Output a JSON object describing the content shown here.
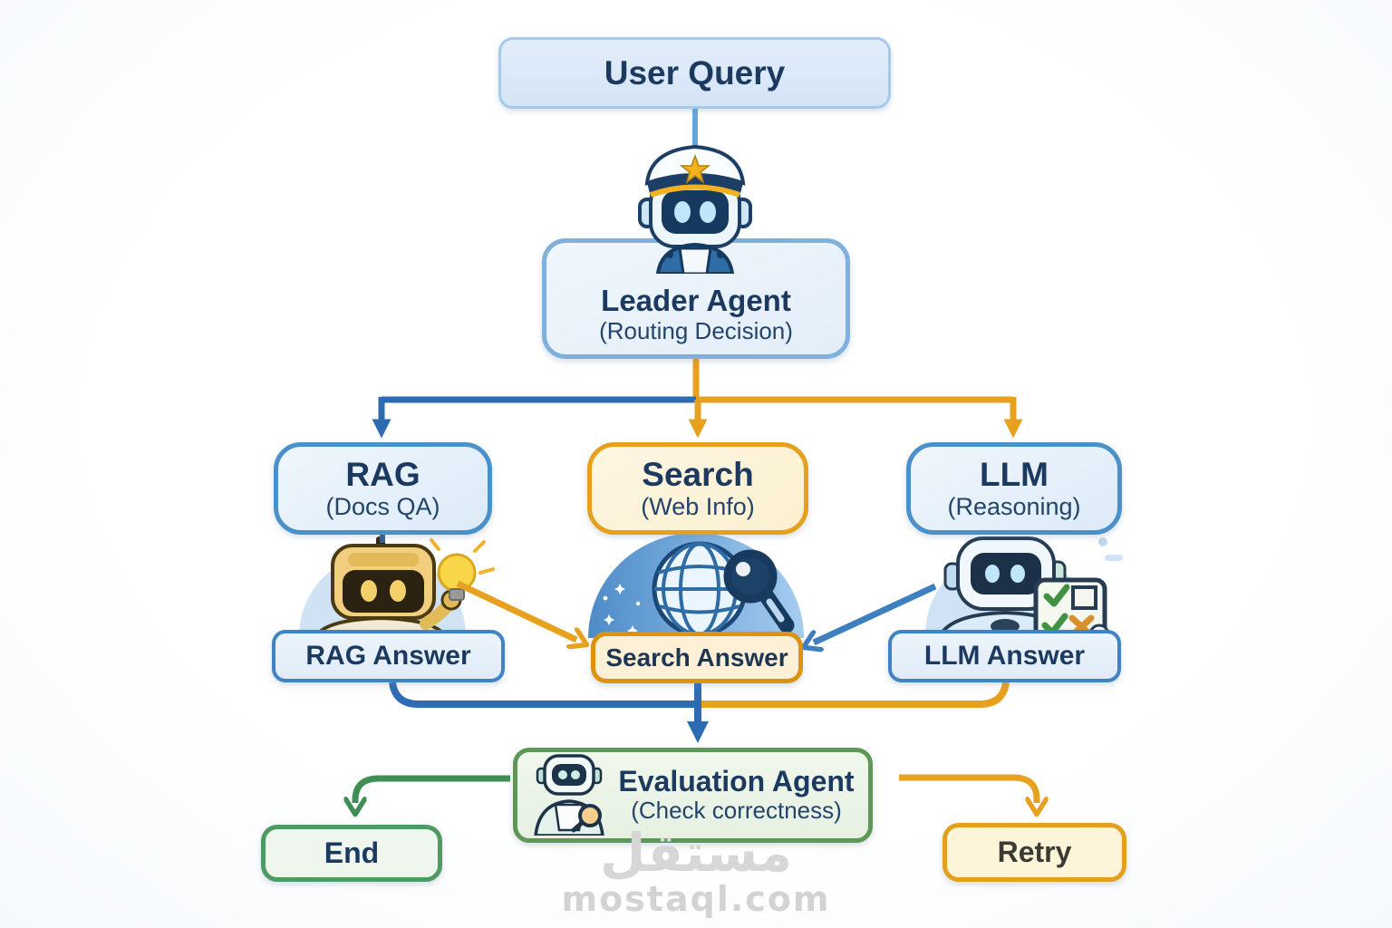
{
  "nodes": {
    "user_query": {
      "label": "User Query"
    },
    "leader_agent": {
      "label": "Leader Agent",
      "sublabel": "(Routing Decision)"
    },
    "rag": {
      "label": "RAG",
      "sublabel": "(Docs QA)"
    },
    "search": {
      "label": "Search",
      "sublabel": "(Web Info)"
    },
    "llm": {
      "label": "LLM",
      "sublabel": "(Reasoning)"
    },
    "rag_answer": {
      "label": "RAG Answer"
    },
    "search_answer": {
      "label": "Search Answer"
    },
    "llm_answer": {
      "label": "LLM Answer"
    },
    "evaluation_agent": {
      "label": "Evaluation Agent",
      "sublabel": "(Check correctness)"
    },
    "end": {
      "label": "End"
    },
    "retry": {
      "label": "Retry"
    }
  },
  "icons": [
    {
      "name": "captain-robot-icon",
      "meaning": "leader agent robot wearing captain hat with gold star"
    },
    {
      "name": "idea-robot-icon",
      "meaning": "golden RAG robot holding glowing lightbulb"
    },
    {
      "name": "globe-search-icon",
      "meaning": "globe with magnifying glass on blue dome with stars"
    },
    {
      "name": "checklist-robot-icon",
      "meaning": "white LLM robot holding checklist with checks and X"
    },
    {
      "name": "evaluator-robot-icon",
      "meaning": "small mint robot holding magnifying glass"
    }
  ],
  "edges": [
    {
      "from": "user_query",
      "to": "leader_agent",
      "color": "#66a5dc",
      "style": "line"
    },
    {
      "from": "leader_agent",
      "to": "rag",
      "color": "#2d6cb2",
      "style": "arrow"
    },
    {
      "from": "leader_agent",
      "to": "search",
      "color": "#e8a01f",
      "style": "arrow"
    },
    {
      "from": "leader_agent",
      "to": "llm",
      "color": "#e8a01f",
      "style": "arrow"
    },
    {
      "from": "rag_robot",
      "to": "search_answer",
      "color": "#e8a01f",
      "style": "diagonal-arrow"
    },
    {
      "from": "llm_robot",
      "to": "search_answer",
      "color": "#3e7fc0",
      "style": "diagonal-arrow"
    },
    {
      "from": "rag_answer",
      "to": "evaluation_agent",
      "color": "#2d6cb2",
      "style": "elbow"
    },
    {
      "from": "llm_answer",
      "to": "evaluation_agent",
      "color": "#e8a01f",
      "style": "elbow"
    },
    {
      "from": "search_answer",
      "to": "evaluation_agent",
      "color": "#2d6cb2",
      "style": "arrow"
    },
    {
      "from": "evaluation_agent",
      "to": "end",
      "color": "#3f8f55",
      "style": "curved-arrow"
    },
    {
      "from": "evaluation_agent",
      "to": "retry",
      "color": "#e8a01f",
      "style": "curved-arrow"
    }
  ],
  "colors": {
    "navy_text": "#1c3a5f",
    "blue_border": "#4a90c9",
    "light_blue_fill": "#e7f0fb",
    "user_query_fill": "#dce9f8",
    "orange_border": "#e7a01b",
    "cream_fill": "#fdf3da",
    "green_border": "#5e9757",
    "green_fill": "#edf5e9",
    "arrow_blue": "#2d6cb2",
    "arrow_orange": "#e8a01f",
    "arrow_green": "#3f8f55"
  },
  "watermark": {
    "arabic": "مستقل",
    "domain": "mostaql.com"
  }
}
